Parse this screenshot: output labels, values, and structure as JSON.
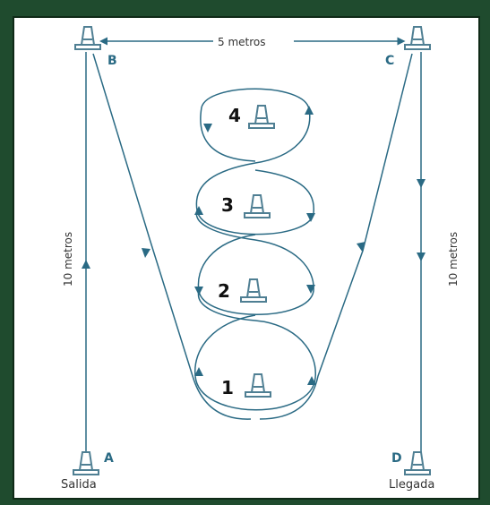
{
  "colors": {
    "line": "#2a6a84",
    "cone": "#4f7f93",
    "frame": "#1f4b2e"
  },
  "labels": {
    "top_distance": "5 metros",
    "left_distance": "10 metros",
    "right_distance": "10 metros",
    "point_a": "A",
    "point_b": "B",
    "point_c": "C",
    "point_d": "D",
    "start": "Salida",
    "finish": "Llegada"
  },
  "cones": [
    {
      "number": "4"
    },
    {
      "number": "3"
    },
    {
      "number": "2"
    },
    {
      "number": "1"
    }
  ],
  "icons": [
    "cone-icon"
  ]
}
